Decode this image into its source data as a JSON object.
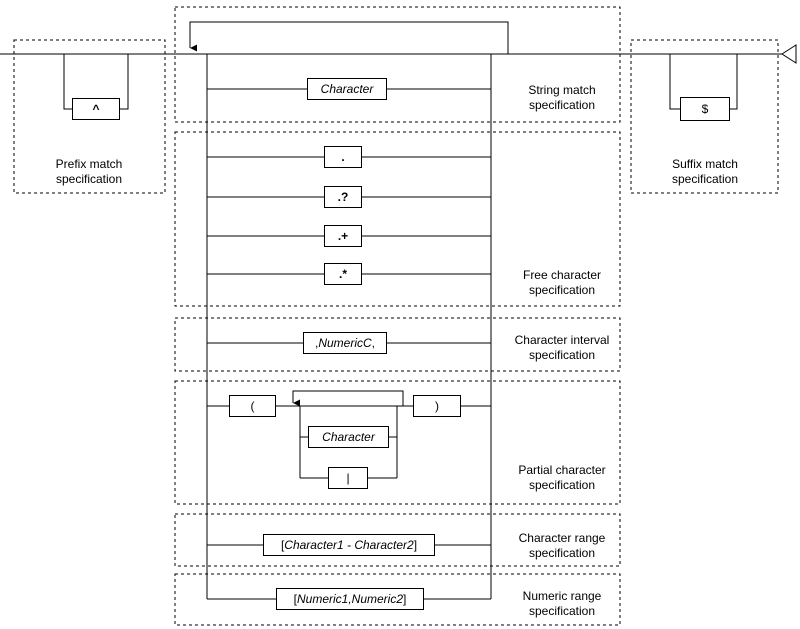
{
  "sections": {
    "prefix": {
      "line1": "Prefix match",
      "line2": "specification"
    },
    "suffix": {
      "line1": "Suffix match",
      "line2": "specification"
    },
    "string": {
      "line1": "String match",
      "line2": "specification"
    },
    "free": {
      "line1": "Free character",
      "line2": "specification"
    },
    "interval": {
      "line1": "Character interval",
      "line2": "specification"
    },
    "partial": {
      "line1": "Partial character",
      "line2": "specification"
    },
    "range": {
      "line1": "Character range",
      "line2": "specification"
    },
    "numeric": {
      "line1": "Numeric range",
      "line2": "specification"
    }
  },
  "tokens": {
    "caret": "^",
    "dollar": "$",
    "character": "Character",
    "dot": ".",
    "dot_question": ".?",
    "dot_plus": ".+",
    "dot_star": ".*",
    "interval_prefix": ",",
    "interval_italic": "NumericC",
    "interval_suffix": ",",
    "open_paren": "(",
    "close_paren": ")",
    "partial_character": "Character",
    "pipe": "|",
    "range_open": "[",
    "range_italic": "Character1 - Character2",
    "range_close": "]",
    "numeric_open": "[",
    "numeric_italic": "Numeric1,Numeric2",
    "numeric_close": "]"
  }
}
